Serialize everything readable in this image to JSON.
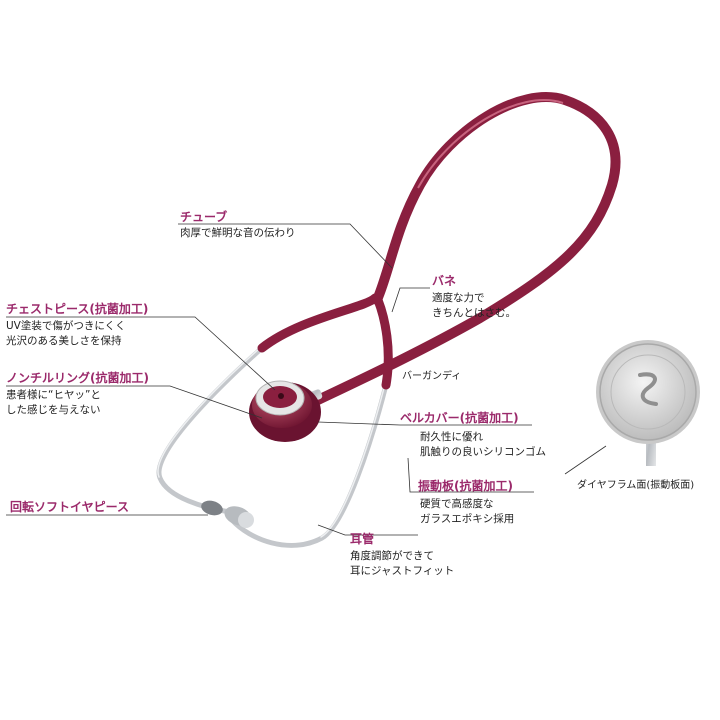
{
  "labels": {
    "tube": {
      "title": "チューブ",
      "desc": [
        "肉厚で鮮明な音の伝わり"
      ]
    },
    "spring": {
      "title": "バネ",
      "desc": [
        "適度な力で",
        "きちんとはさむ。"
      ]
    },
    "chestpiece": {
      "title": "チェストピース(抗菌加工)",
      "desc": [
        "UV塗装で傷がつきにくく",
        "光沢のある美しさを保持"
      ]
    },
    "nonchill": {
      "title": "ノンチルリング(抗菌加工)",
      "desc": [
        "患者様に“ヒヤッ”と",
        "した感じを与えない"
      ]
    },
    "bellcover": {
      "title": "ベルカバー(抗菌加工)",
      "desc": [
        "耐久性に優れ",
        "肌触りの良いシリコンゴム"
      ]
    },
    "diaphragm": {
      "title": "振動板(抗菌加工)",
      "desc": [
        "硬質で高感度な",
        "ガラスエポキシ採用"
      ]
    },
    "eartips": {
      "title": "回転ソフトイヤピース"
    },
    "eartube": {
      "title": "耳管",
      "desc": [
        "角度調節ができて",
        "耳にジャストフィット"
      ]
    }
  },
  "color_name": "バーガンディ",
  "diaphragm_caption": "ダイヤフラム面(振動板面)",
  "colors": {
    "tube": "#8a1f3f",
    "accent": "#9b2a6b",
    "metal": "#c9ccd0"
  }
}
